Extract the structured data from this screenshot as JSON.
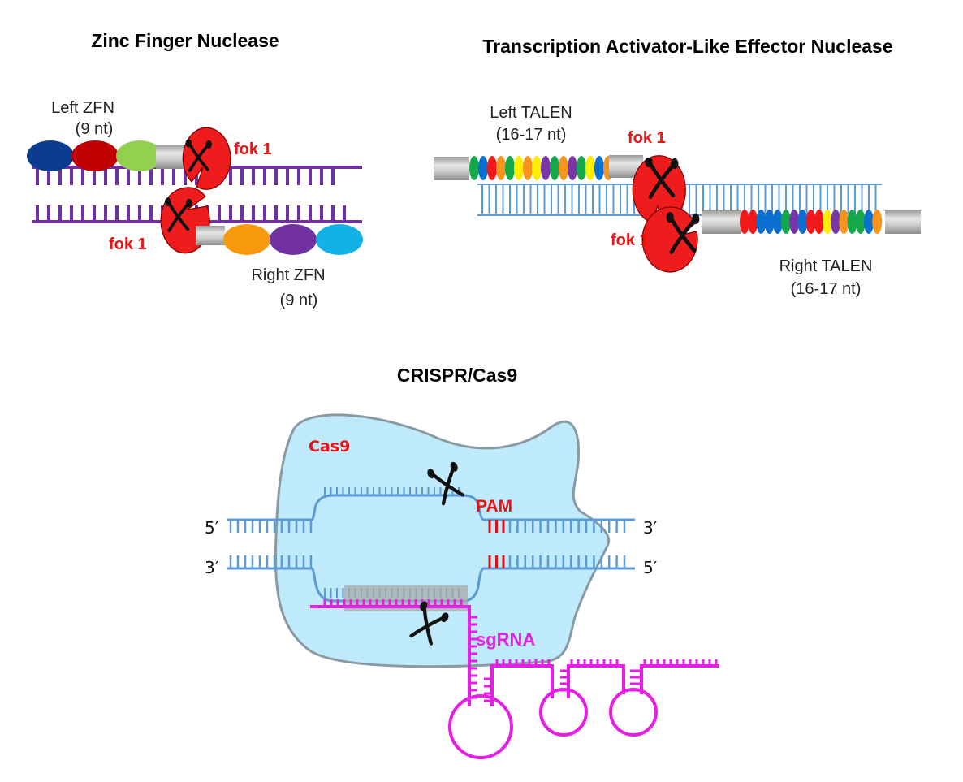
{
  "panels": {
    "zfn": {
      "title": "Zinc Finger Nuclease",
      "left_label": "Left ZFN",
      "left_sub": "(9 nt)",
      "right_label": "Right ZFN",
      "right_sub": "(9 nt)",
      "fok_top": "fok 1",
      "fok_bottom": "fok 1",
      "dna_color": "#7030a0",
      "left_fingers": [
        "#0a3d8f",
        "#c00000",
        "#92d050"
      ],
      "right_fingers": [
        "#f79a0d",
        "#7030a0",
        "#12b2e6"
      ]
    },
    "talen": {
      "title": "Transcription Activator-Like Effector Nuclease",
      "left_label": "Left TALEN",
      "left_sub": "(16-17 nt)",
      "right_label": "Right TALEN",
      "right_sub": "(16-17 nt)",
      "fok_top": "fok 1",
      "fok_bottom": "fok 1",
      "dna_color": "#5b9bd5",
      "left_repeats": [
        "green",
        "blue",
        "red",
        "orange",
        "green",
        "yellow",
        "orange",
        "yellow",
        "purple",
        "green",
        "orange",
        "purple",
        "green",
        "yellow",
        "blue",
        "orange"
      ],
      "right_repeats": [
        "red",
        "red",
        "blue",
        "blue",
        "blue",
        "green",
        "purple",
        "blue",
        "red",
        "red",
        "yellow",
        "purple",
        "orange",
        "green",
        "green",
        "blue",
        "orange"
      ]
    },
    "crispr": {
      "title": "CRISPR/Cas9",
      "protein_label": "Cas9",
      "pam_label": "PAM",
      "sgrna_label": "sgRNA",
      "top_left_end": "5′",
      "top_right_end": "3′",
      "bottom_left_end": "3′",
      "bottom_right_end": "5′",
      "protein_color": "#bfeafb",
      "dna_color": "#5b9bd5",
      "pam_color": "#e01010",
      "sgrna_color": "#e61ee6"
    }
  },
  "repeat_colors": {
    "green": "#13a84a",
    "blue": "#0a6fd0",
    "red": "#f01818",
    "orange": "#f7941d",
    "yellow": "#ffee00",
    "purple": "#7a35a8"
  }
}
